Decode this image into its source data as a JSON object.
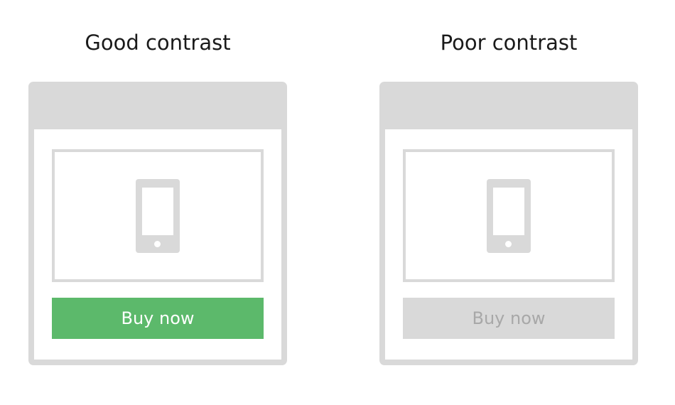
{
  "panels": [
    {
      "title": "Good contrast",
      "button_label": "Buy now",
      "button_bg": "#5cb96b",
      "button_text_color": "#ffffff",
      "image_icon": "phone-icon"
    },
    {
      "title": "Poor contrast",
      "button_label": "Buy now",
      "button_bg": "#d9d9d9",
      "button_text_color": "#a8a8a8",
      "image_icon": "phone-icon"
    }
  ],
  "colors": {
    "card_gray": "#d9d9d9",
    "background": "#ffffff",
    "title_text": "#1a1a1a"
  }
}
